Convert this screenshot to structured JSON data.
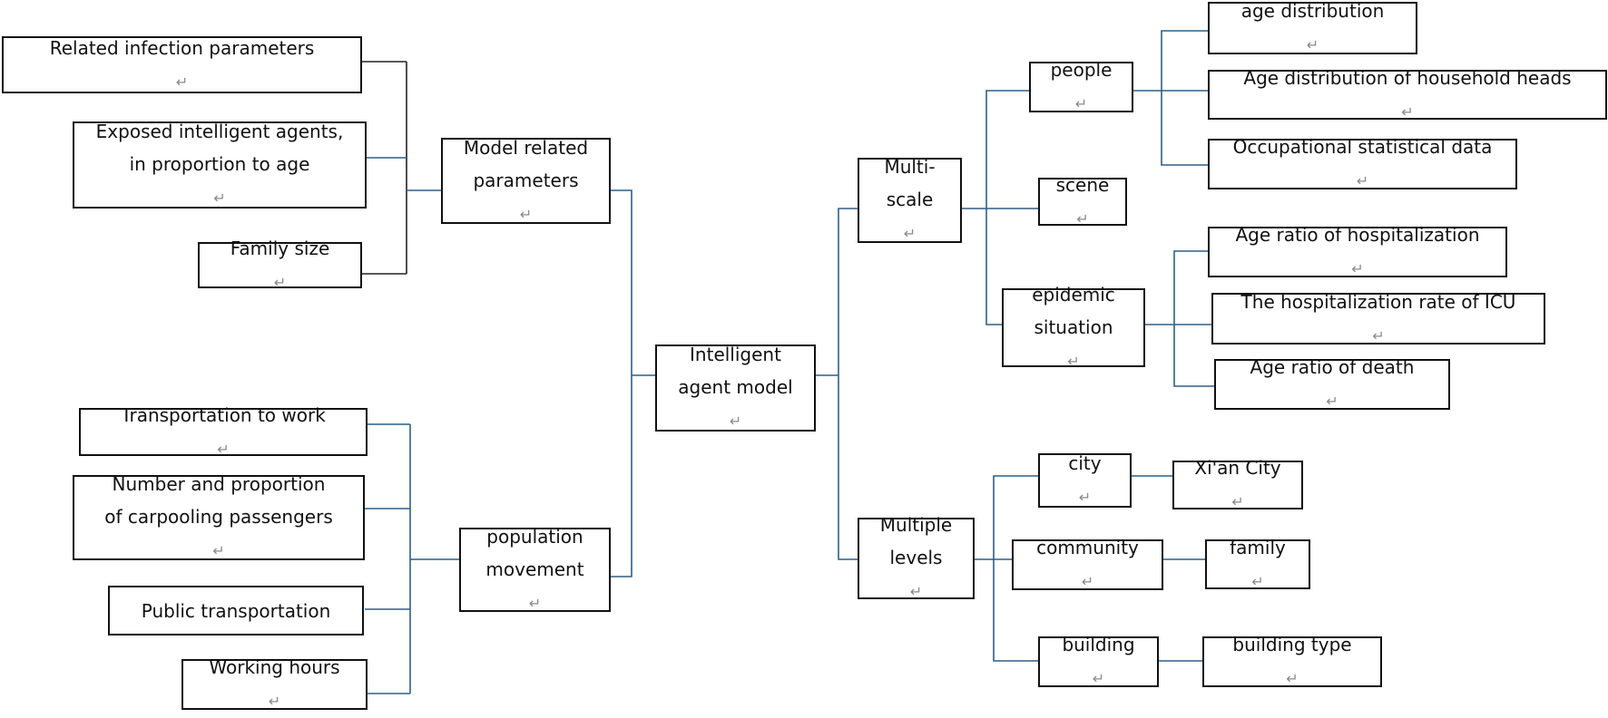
{
  "return_symbol": "↵",
  "colors": {
    "connector_left_top": "#222222",
    "connector": "#2f5f86",
    "box_border": "#111111"
  },
  "nodes": {
    "related_infection": "Related infection parameters",
    "exposed_agents": [
      "Exposed intelligent agents,",
      "in proportion to age"
    ],
    "family_size": "Family size",
    "model_params": [
      "Model related",
      "parameters"
    ],
    "intelligent_agent_model": [
      "Intelligent",
      "agent model"
    ],
    "transport_work": "Transportation to work",
    "carpooling": [
      "Number and proportion",
      "of carpooling passengers"
    ],
    "public_transport": "Public transportation",
    "working_hours": "Working hours",
    "population_movement": [
      "population",
      "movement"
    ],
    "multi_scale": [
      "Multi-",
      "scale"
    ],
    "people": "people",
    "scene": "scene",
    "epidemic": [
      "epidemic",
      "situation"
    ],
    "age_distribution": "age distribution",
    "age_heads": "Age distribution of household heads",
    "occupational": "Occupational statistical data",
    "age_hosp": "Age ratio of hospitalization",
    "icu": "The hospitalization rate of ICU",
    "age_death": "Age ratio of death",
    "multiple_levels": [
      "Multiple",
      "levels"
    ],
    "city": "city",
    "xian": "Xi'an City",
    "community": "community",
    "family": "family",
    "building": "building",
    "building_type": "building type"
  }
}
